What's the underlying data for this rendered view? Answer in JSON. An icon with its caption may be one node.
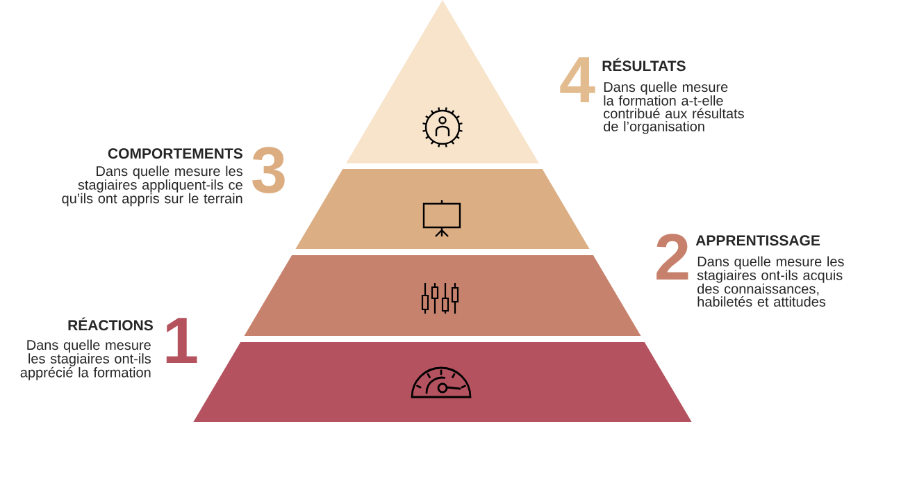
{
  "diagram": {
    "nodes": [
      {
        "text": [
          "RÉSULTATS",
          "Dans quelle mesure la formation a-t-elle contribué aux résultats de l’organisation"
        ],
        "beside": [
          "4"
        ]
      },
      {
        "text": [
          "COMPORTEMENTS",
          "Dans quelle mesure les stagiaires appliquent-ils ce qu’ils ont appris sur le terrain"
        ],
        "beside": [
          "3"
        ]
      },
      {
        "text": [
          "APPRENTISSAGE",
          "Dans quelle mesure les stagiaires ont-ils acquis des connaissances, habiletés et attitudes"
        ],
        "beside": [
          "2"
        ]
      },
      {
        "text": [
          "RÉACTIONS",
          "Dans quelle mesure les stagiaires ont-ils apprécié la formation"
        ],
        "beside": [
          "1"
        ]
      }
    ]
  }
}
